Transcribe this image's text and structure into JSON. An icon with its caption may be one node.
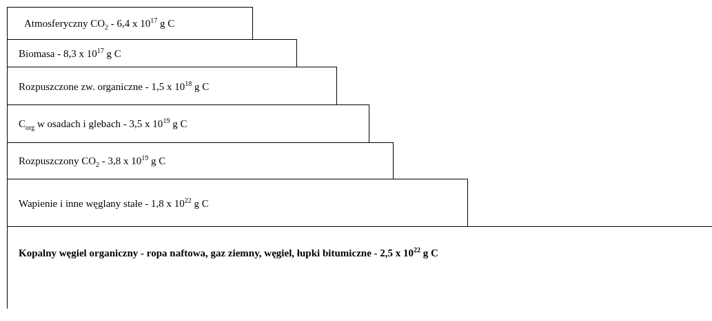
{
  "diagram": {
    "nodes": [
      {
        "text": [
          "Atmosferyczny CO$_{2}$ - 6,4 x 10$^{17}$ g C"
        ]
      },
      {
        "text": [
          "Biomasa - 8,3 x 10$^{17}$ g C"
        ]
      },
      {
        "text": [
          "Rozpuszczone zw. organiczne - 1,5 x 10$^{18}$ g C"
        ]
      },
      {
        "text": [
          "C$_{org}$ w osadach i glebach - 3,5 x 10$^{19}$ g C"
        ]
      },
      {
        "text": [
          "Rozpuszczony CO$_{2}$ - 3,8 x 10$^{19}$ g C"
        ]
      },
      {
        "text": [
          "Wapienie i inne węglany stałe - 1,8 x 10$^{22}$ g C"
        ]
      },
      {
        "text": [
          "Kopalny węgiel organiczny - ropa naftowa, gaz ziemny, węgiel, łupki bitumiczne - 2,5 x 10$^{22}$ g C"
        ]
      }
    ]
  }
}
